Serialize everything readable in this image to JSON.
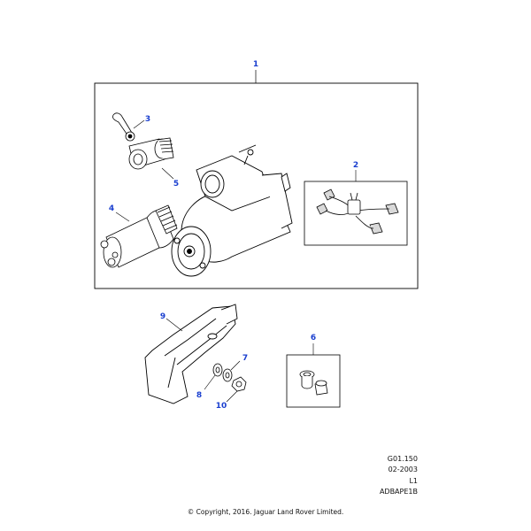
{
  "callouts": {
    "c1": "1",
    "c2": "2",
    "c3": "3",
    "c4": "4",
    "c5": "5",
    "c6": "6",
    "c7": "7",
    "c8": "8",
    "c9": "9",
    "c10": "10"
  },
  "meta": {
    "ref": "G01.150",
    "date": "02-2003",
    "level": "L1",
    "code": "ADBAPE1B"
  },
  "copyright": "© Copyright, 2016. Jaguar Land Rover Limited.",
  "colors": {
    "callout": "#1a3fcf",
    "line": "#000000"
  }
}
